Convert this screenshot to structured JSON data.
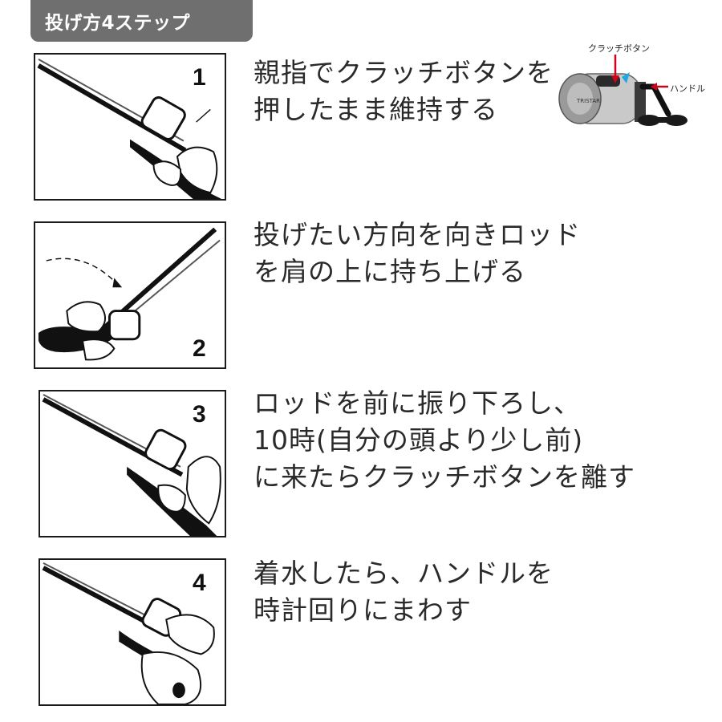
{
  "header": {
    "title": "投げ方4ステップ"
  },
  "reel_diagram": {
    "clutch_label": "クラッチボタン",
    "handle_label": "ハンドル",
    "brand_text": "TRISTAR"
  },
  "steps": [
    {
      "number": "1",
      "lines": [
        "親指でクラッチボタンを",
        "押したまま維持する"
      ]
    },
    {
      "number": "2",
      "lines": [
        "投げたい方向を向きロッド",
        "を肩の上に持ち上げる"
      ]
    },
    {
      "number": "3",
      "lines": [
        "ロッドを前に振り下ろし、",
        "10時(自分の頭より少し前)",
        "に来たらクラッチボタンを離す"
      ]
    },
    {
      "number": "4",
      "lines": [
        "着水したら、ハンドルを",
        "時計回りにまわす"
      ]
    }
  ],
  "colors": {
    "header_bg": "#6f6f6f",
    "arrow_red": "#d0021b",
    "arrow_blue": "#1ea7e0"
  }
}
